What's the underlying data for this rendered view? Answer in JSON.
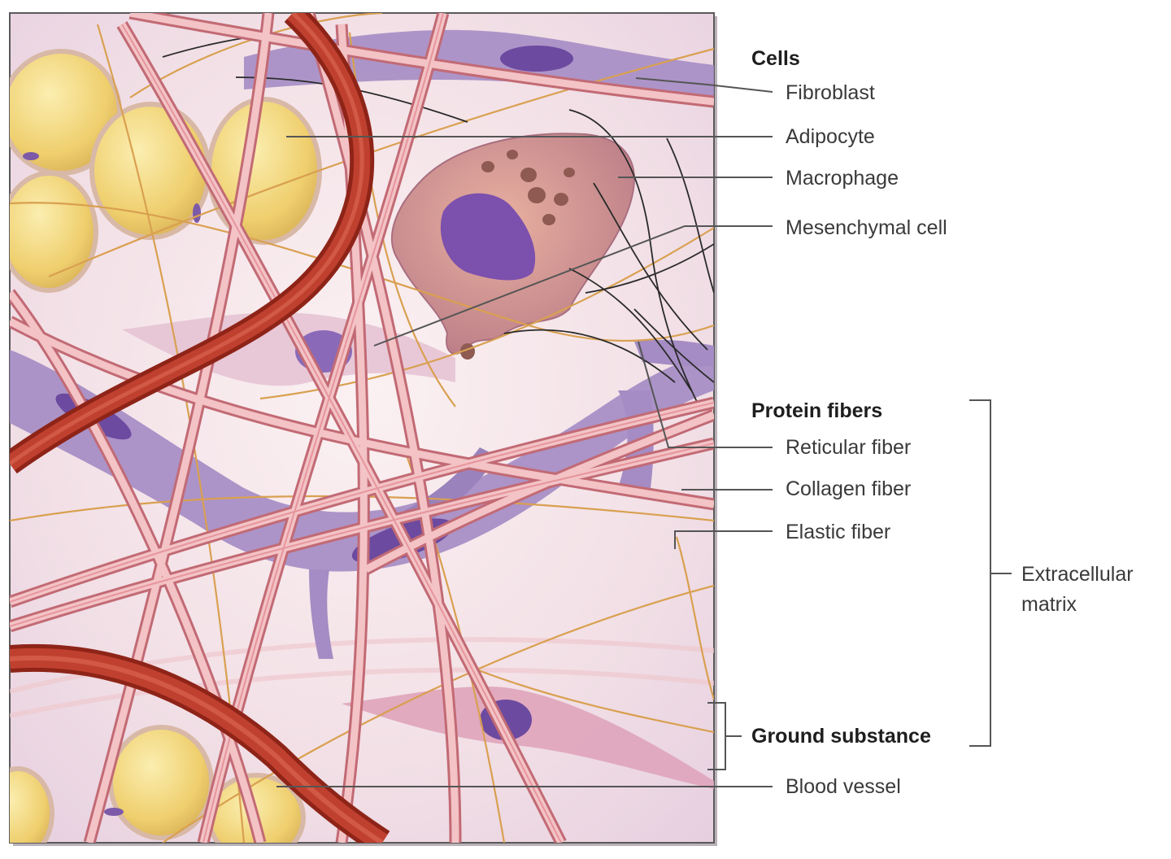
{
  "labels": {
    "cells_header": "Cells",
    "fibroblast": "Fibroblast",
    "adipocyte": "Adipocyte",
    "macrophage": "Macrophage",
    "mesenchymal_cell": "Mesenchymal cell",
    "protein_fibers_header": "Protein fibers",
    "reticular_fiber": "Reticular fiber",
    "collagen_fiber": "Collagen fiber",
    "elastic_fiber": "Elastic fiber",
    "extracellular_matrix_line1": "Extracellular",
    "extracellular_matrix_line2": "matrix",
    "ground_substance_header": "Ground substance",
    "blood_vessel": "Blood vessel"
  },
  "colors": {
    "ground_substance": "#f3e4ea",
    "collagen": "#e9a2a6",
    "elastic": "#d9a050",
    "reticular": "#2a2a2a",
    "blood_vessel": "#b33224",
    "adipocyte": "#f1d27a",
    "fibroblast": "#a58cc4",
    "macrophage": "#c98f88",
    "leader_line": "#555555"
  }
}
